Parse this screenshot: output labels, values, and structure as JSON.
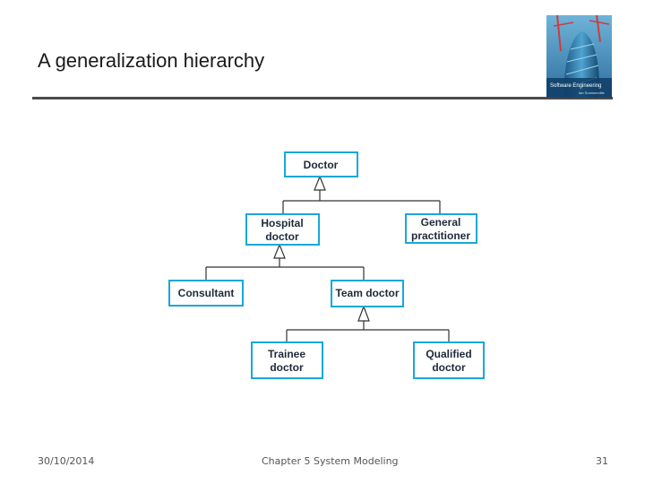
{
  "slide": {
    "title": "A generalization hierarchy"
  },
  "book_cover": {
    "title": "Software Engineering",
    "subtitle": "Ian Sommerville"
  },
  "diagram": {
    "box_stroke": "#1aa7d9",
    "line_color": "#333333",
    "nodes": {
      "doctor": [
        "Doctor"
      ],
      "hospital_doctor": [
        "Hospital",
        "doctor"
      ],
      "general_practitioner": [
        "General",
        "practitioner"
      ],
      "consultant": [
        "Consultant"
      ],
      "team_doctor": [
        "Team doctor"
      ],
      "trainee_doctor": [
        "Trainee",
        "doctor"
      ],
      "qualified_doctor": [
        "Qualified",
        "doctor"
      ]
    }
  },
  "footer": {
    "date": "30/10/2014",
    "chapter": "Chapter 5 System Modeling",
    "page": "31"
  }
}
